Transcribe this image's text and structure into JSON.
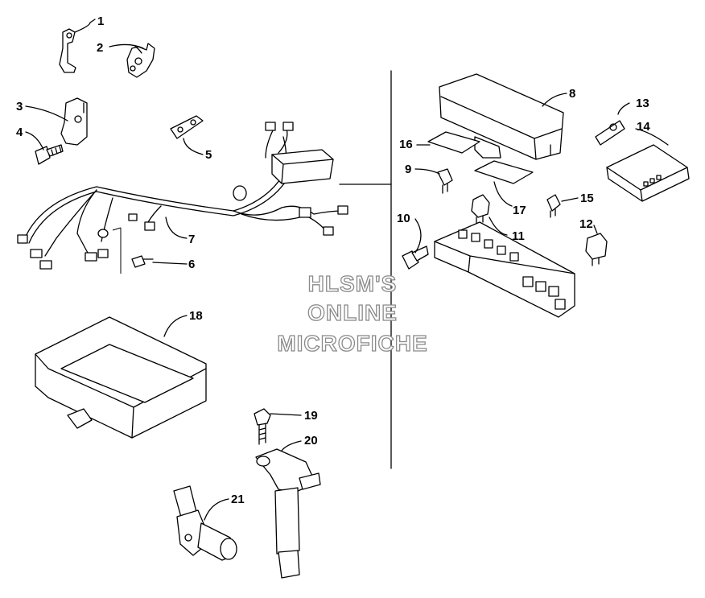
{
  "watermark": {
    "line1": "HLSM'S",
    "line2": "ONLINE",
    "line3": "MICROFICHE"
  },
  "callouts": [
    {
      "id": "1",
      "label": "1"
    },
    {
      "id": "2",
      "label": "2"
    },
    {
      "id": "3",
      "label": "3"
    },
    {
      "id": "4",
      "label": "4"
    },
    {
      "id": "5",
      "label": "5"
    },
    {
      "id": "6",
      "label": "6"
    },
    {
      "id": "7",
      "label": "7"
    },
    {
      "id": "8",
      "label": "8"
    },
    {
      "id": "9",
      "label": "9"
    },
    {
      "id": "10",
      "label": "10"
    },
    {
      "id": "11",
      "label": "11"
    },
    {
      "id": "12",
      "label": "12"
    },
    {
      "id": "13",
      "label": "13"
    },
    {
      "id": "14",
      "label": "14"
    },
    {
      "id": "15",
      "label": "15"
    },
    {
      "id": "16",
      "label": "16"
    },
    {
      "id": "17",
      "label": "17"
    },
    {
      "id": "18",
      "label": "18"
    },
    {
      "id": "19",
      "label": "19"
    },
    {
      "id": "20",
      "label": "20"
    },
    {
      "id": "21",
      "label": "21"
    }
  ]
}
